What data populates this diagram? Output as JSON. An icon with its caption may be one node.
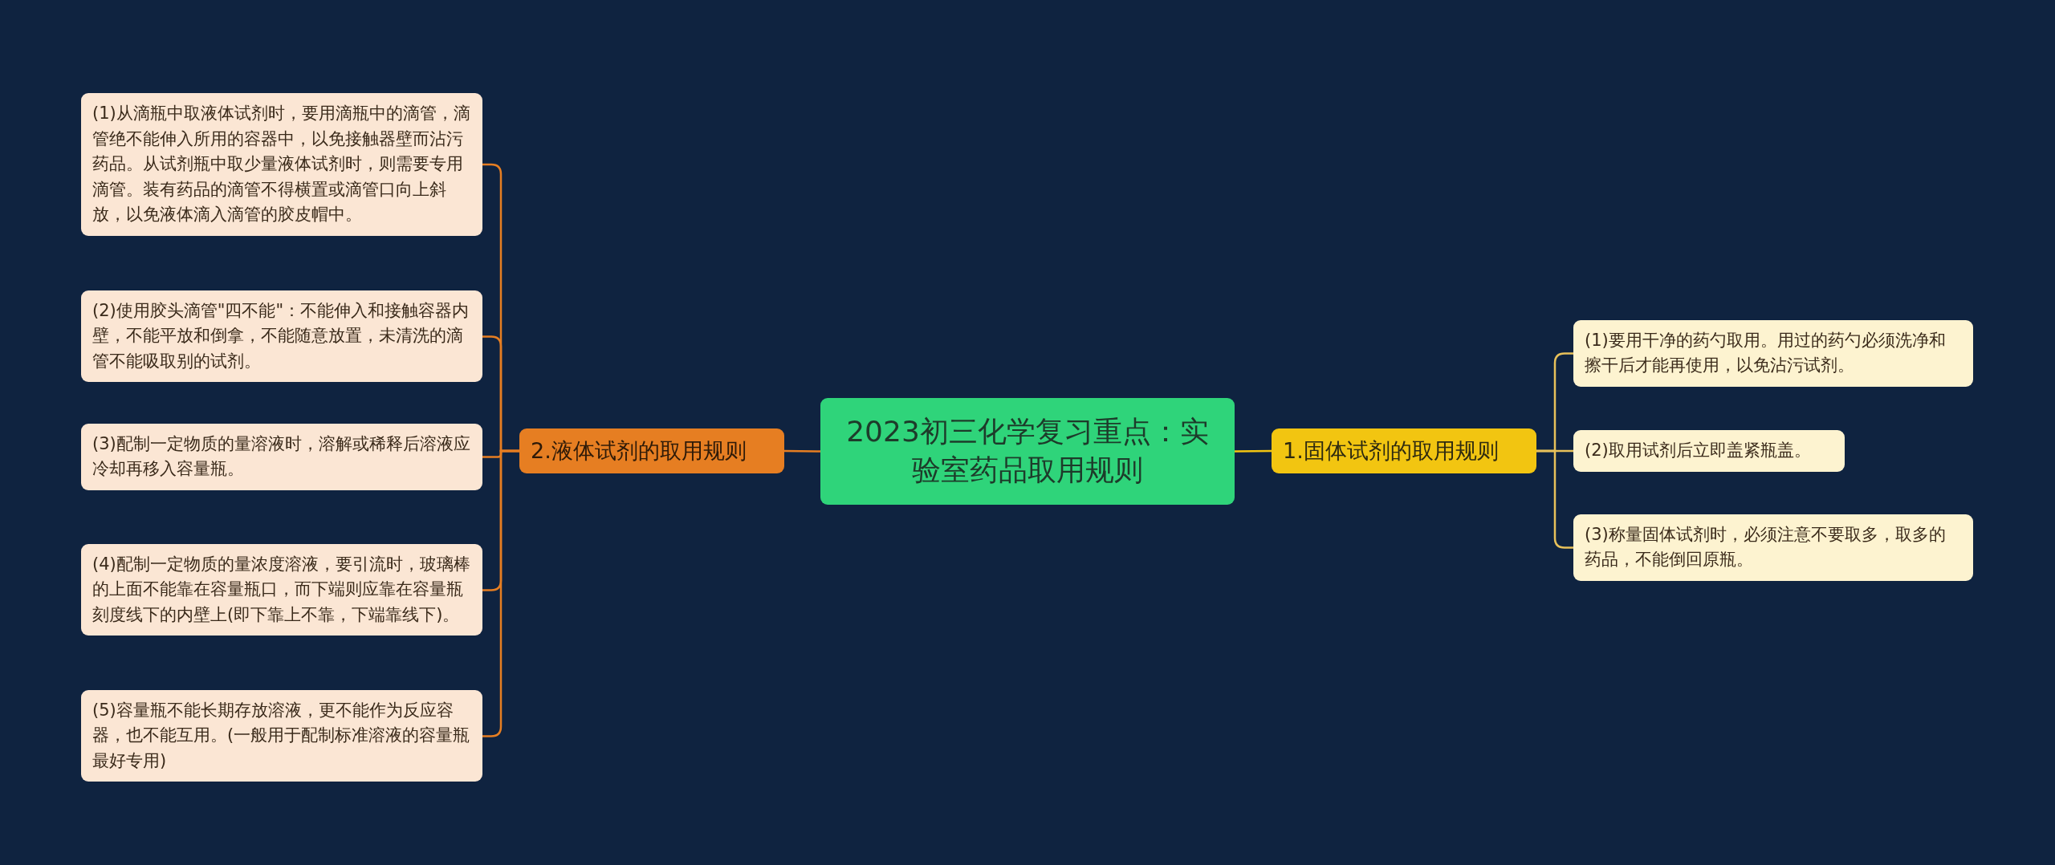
{
  "diagram": {
    "nodes": [
      {
        "text": [
          "2023初三化学复习重点：实验室药品取用规则"
        ]
      },
      {
        "text": [
          "1.固体试剂的取用规则"
        ]
      },
      {
        "text": [
          "(1)要用干净的药勺取用。用过的药勺必须洗净和擦干后才能再使用，以免沾污试剂。"
        ]
      },
      {
        "text": [
          "(2)取用试剂后立即盖紧瓶盖。"
        ]
      },
      {
        "text": [
          "(3)称量固体试剂时，必须注意不要取多，取多的药品，不能倒回原瓶。"
        ]
      },
      {
        "text": [
          "2.液体试剂的取用规则"
        ]
      },
      {
        "text": [
          "(1)从滴瓶中取液体试剂时，要用滴瓶中的滴管，滴管绝不能伸入所用的容器中，以免接触器壁而沾污药品。从试剂瓶中取少量液体试剂时，则需要专用滴管。装有药品的滴管不得横置或滴管口向上斜放，以免液体滴入滴管的胶皮帽中。"
        ]
      },
      {
        "text": [
          "(2)使用胶头滴管\"四不能\"：不能伸入和接触容器内壁，不能平放和倒拿，不能随意放置，未清洗的滴管不能吸取别的试剂。"
        ]
      },
      {
        "text": [
          "(3)配制一定物质的量溶液时，溶解或稀释后溶液应冷却再移入容量瓶。"
        ]
      },
      {
        "text": [
          "(4)配制一定物质的量浓度溶液，要引流时，玻璃棒的上面不能靠在容量瓶口，而下端则应靠在容量瓶刻度线下的内壁上(即下靠上不靠，下端靠线下)。"
        ]
      },
      {
        "text": [
          "(5)容量瓶不能长期存放溶液，更不能作为反应容器，也不能互用。(一般用于配制标准溶液的容量瓶最好专用)"
        ]
      }
    ],
    "edges": [
      {
        "from": 0,
        "to": 1,
        "arrow": "none",
        "color": "#f2c511"
      },
      {
        "from": 1,
        "to": 2,
        "arrow": "none",
        "color": "#e8c15a"
      },
      {
        "from": 1,
        "to": 3,
        "arrow": "none",
        "color": "#e8c15a"
      },
      {
        "from": 1,
        "to": 4,
        "arrow": "none",
        "color": "#e8c15a"
      },
      {
        "from": 0,
        "to": 5,
        "arrow": "none"
      },
      {
        "from": 5,
        "to": 6,
        "arrow": "none"
      },
      {
        "from": 5,
        "to": 7,
        "arrow": "none"
      },
      {
        "from": 5,
        "to": 8,
        "arrow": "none"
      },
      {
        "from": 5,
        "to": 9,
        "arrow": "none"
      },
      {
        "from": 5,
        "to": 10,
        "arrow": "none"
      }
    ]
  }
}
